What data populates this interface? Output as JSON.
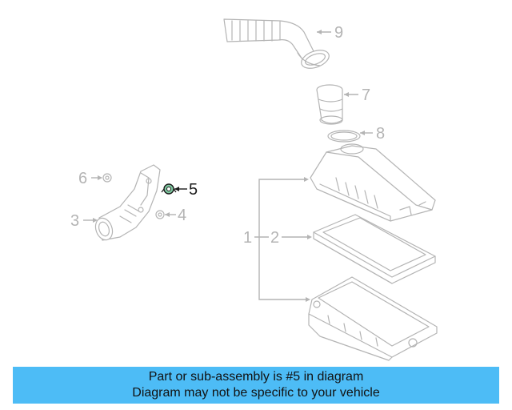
{
  "callouts": [
    {
      "id": "1",
      "label": "1",
      "highlight": false
    },
    {
      "id": "2",
      "label": "2",
      "highlight": false
    },
    {
      "id": "3",
      "label": "3",
      "highlight": false
    },
    {
      "id": "4",
      "label": "4",
      "highlight": false
    },
    {
      "id": "5",
      "label": "5",
      "highlight": true
    },
    {
      "id": "6",
      "label": "6",
      "highlight": false
    },
    {
      "id": "7",
      "label": "7",
      "highlight": false
    },
    {
      "id": "8",
      "label": "8",
      "highlight": false
    },
    {
      "id": "9",
      "label": "9",
      "highlight": false
    }
  ],
  "banner": {
    "line1": "Part or sub-assembly is #5 in diagram",
    "line2": "Diagram may not be specific to your vehicle"
  },
  "colors": {
    "banner_bg": "#4dbcf6",
    "part_outline": "#b4b4b4",
    "highlight_part": "#1a1a1a",
    "highlight_accent": "#7ec8a0"
  }
}
